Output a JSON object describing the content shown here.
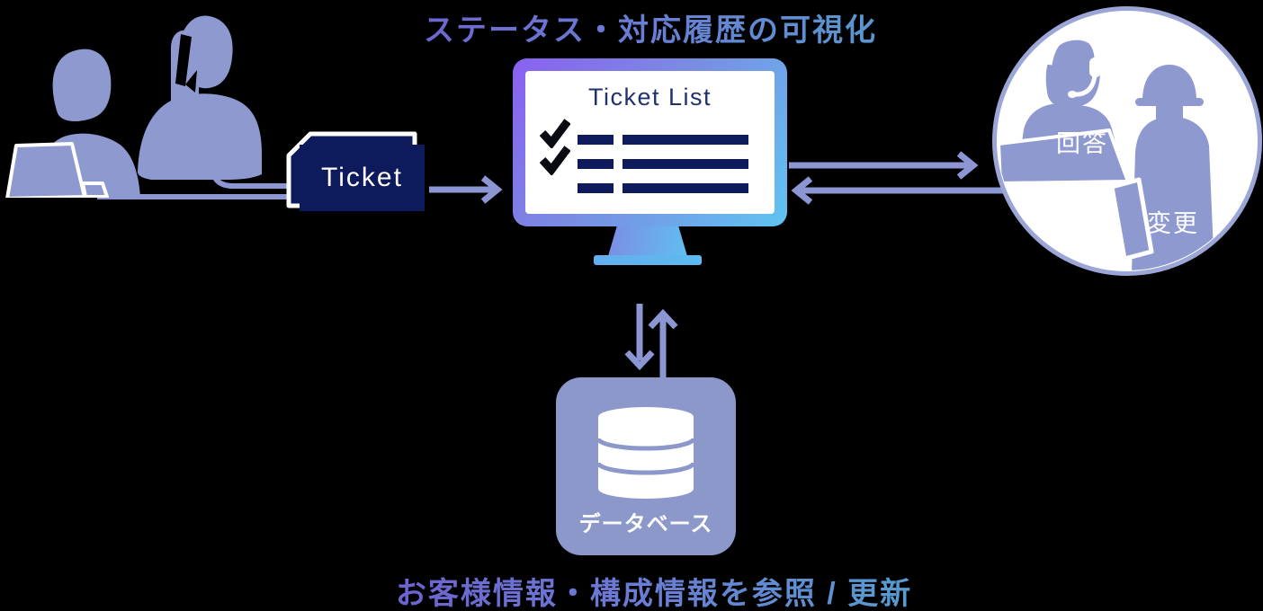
{
  "title": "ステータス・対応履歴の可視化",
  "caption": "お客様情報・構成情報を参照 / 更新",
  "ticket": {
    "label": "Ticket"
  },
  "monitor": {
    "screen_title": "Ticket List",
    "list_rows": 3,
    "checked_rows": 2
  },
  "staff": {
    "answer_label": "回答",
    "change_label": "変更"
  },
  "database": {
    "label": "データベース"
  },
  "colors": {
    "background": "#000000",
    "silhouette": "#8e99d0",
    "accent_navy": "#0d1a5c",
    "arrow": "#8b96d2",
    "monitor_gradient_start": "#8a60f0",
    "monitor_gradient_end": "#60c4f2",
    "text_gradient_start": "#6c62cf",
    "text_gradient_end": "#569dcf",
    "database_fill": "#8c98c9",
    "circle_border": "#9ba5d6",
    "checkmark": "#0a0a12",
    "screen_text": "#21306e",
    "white": "#ffffff"
  }
}
